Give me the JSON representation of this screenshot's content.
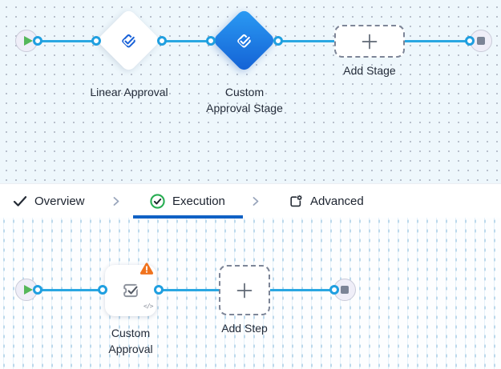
{
  "colors": {
    "connector_blue": "#2aa7e2",
    "port_border_blue": "#1f9fe0",
    "active_tab_blue": "#1061c4",
    "stage_node_blue_top": "#2b9cf4",
    "stage_node_blue_bottom": "#1360d4",
    "success_green": "#27ad52",
    "play_green": "#56b75a",
    "warning_orange": "#f0731e",
    "canvas_stage_bg": "#eef7fc",
    "canvas_step_bg": "#fdfeff"
  },
  "stage_canvas": {
    "start_icon": "play-icon",
    "end_icon": "stop-icon",
    "nodes": [
      {
        "id": "linear-approval",
        "icon": "stage-check-icon",
        "label_line1": "Linear Approval",
        "label_line2": ""
      },
      {
        "id": "custom-approval-stage",
        "icon": "stage-check-icon",
        "label_line1": "Custom",
        "label_line2": "Approval Stage"
      }
    ],
    "add_stage": {
      "label": "Add Stage",
      "icon": "plus-icon"
    }
  },
  "tab_bar": {
    "tabs": [
      {
        "label": "Overview",
        "icon": "check-icon",
        "active": false
      },
      {
        "label": "Execution",
        "icon": "check-circle-icon",
        "active": true
      },
      {
        "label": "Advanced",
        "icon": "advanced-settings-icon",
        "active": false
      }
    ]
  },
  "step_canvas": {
    "start_icon": "play-icon",
    "end_icon": "stop-icon",
    "node": {
      "id": "custom-approval",
      "icon": "approval-step-icon",
      "warning_icon": "warning-triangle-icon",
      "code_badge": "</>",
      "label_line1": "Custom",
      "label_line2": "Approval"
    },
    "add_step": {
      "label": "Add Step",
      "icon": "plus-icon"
    }
  }
}
